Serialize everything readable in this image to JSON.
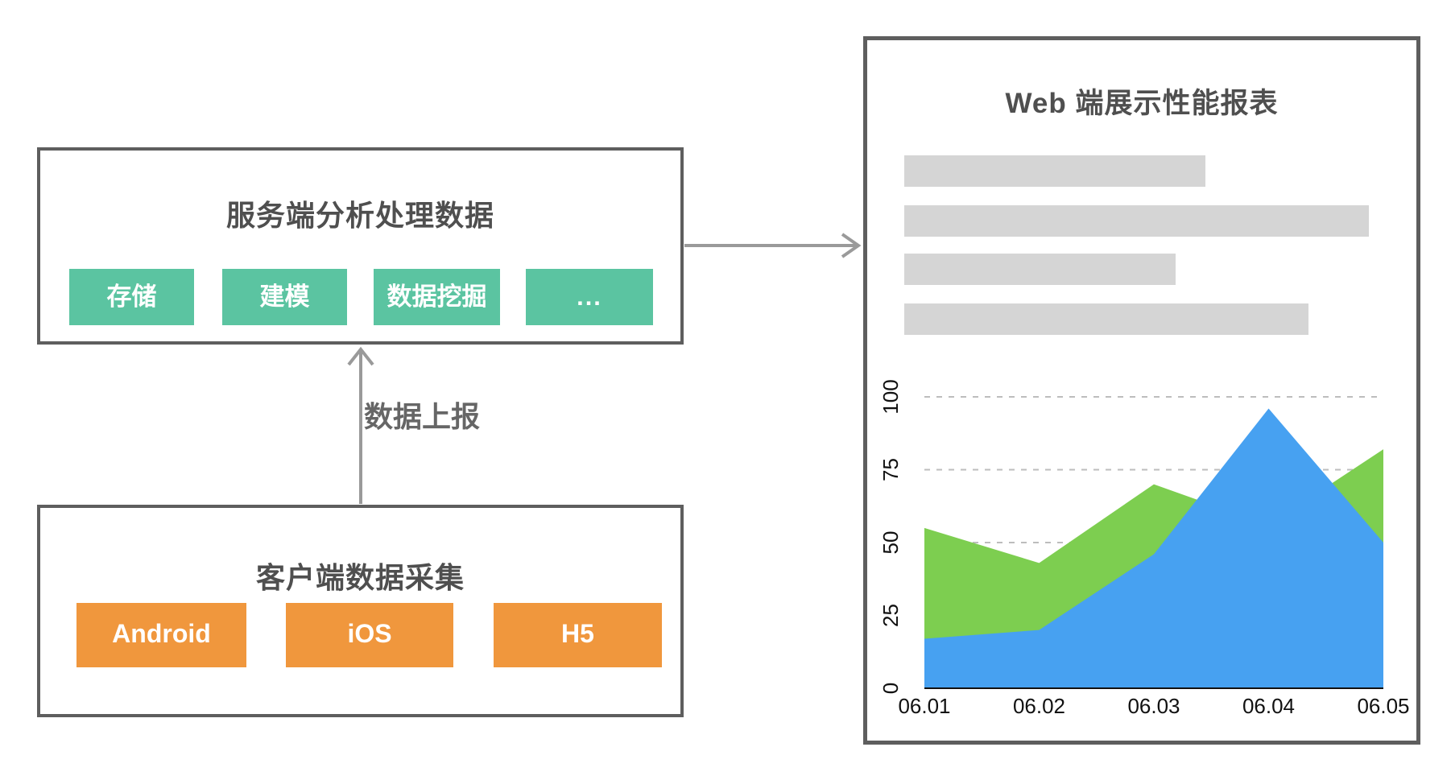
{
  "diagram": {
    "server_box": {
      "title": "服务端分析处理数据",
      "chips": [
        "存储",
        "建模",
        "数据挖掘",
        "..."
      ]
    },
    "client_box": {
      "title": "客户端数据采集",
      "chips": [
        "Android",
        "iOS",
        "H5"
      ]
    },
    "upload_arrow_label": "数据上报"
  },
  "report_panel": {
    "title": "Web 端展示性能报表"
  },
  "chart_data": {
    "type": "area",
    "title": "Web 端展示性能报表",
    "categories": [
      "06.01",
      "06.02",
      "06.03",
      "06.04",
      "06.05"
    ],
    "series": [
      {
        "name": "green-series",
        "color": "#7dce50",
        "values": [
          55,
          43,
          70,
          56,
          82
        ]
      },
      {
        "name": "blue-series",
        "color": "#47a1f1",
        "values": [
          17,
          20,
          46,
          96,
          50
        ]
      }
    ],
    "y_ticks": [
      0,
      25,
      50,
      75,
      100
    ],
    "ylim": [
      0,
      100
    ],
    "grid": "horizontal dashed gridlines at 25/50/75/100, drawn behind areas",
    "legend": "none",
    "note": "overlapping (non-stacked) areas; blue drawn on top of green"
  },
  "colors": {
    "border_gray": "#5e5e5e",
    "arrow_gray": "#9a9a9a",
    "text_dark": "#4f4f4f",
    "chip_text": "#ffffff",
    "chip_teal": "#5bc4a1",
    "chip_orange": "#f0973d",
    "skeleton_gray": "#d5d5d5",
    "gridline_gray": "#bdbdbd",
    "axis_black": "#111111"
  }
}
